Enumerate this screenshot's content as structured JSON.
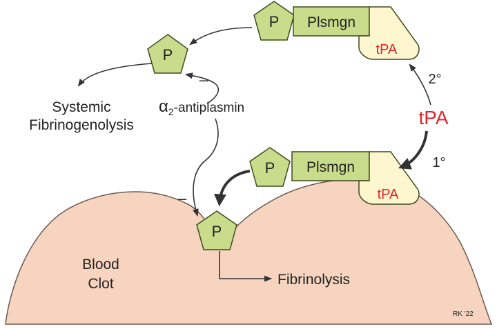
{
  "colors": {
    "clot_fill": "#f7d4bf",
    "clot_stroke": "#6b5a50",
    "green_fill": "#c9dc8c",
    "green_stroke": "#3f4a1e",
    "tpa_fill": "#fdf6cf",
    "tpa_text": "#e3242b",
    "line": "#333333"
  },
  "labels": {
    "p": "P",
    "plasminogen": "Plsmgn",
    "tpa_bound": "tPA",
    "tpa_free": "tPA",
    "secondary": "2°",
    "primary": "1°",
    "inhibit_top": "–",
    "inhibit_left": "–",
    "alpha_symbol": "α",
    "alpha_sub": "2",
    "alpha_rest": "-antiplasmin",
    "systemic_line1": "Systemic",
    "systemic_line2": "Fibrinogenolysis",
    "clot_line1": "Blood",
    "clot_line2": "Clot",
    "fibrinolysis": "Fibrinolysis",
    "credit": "RK '22"
  }
}
